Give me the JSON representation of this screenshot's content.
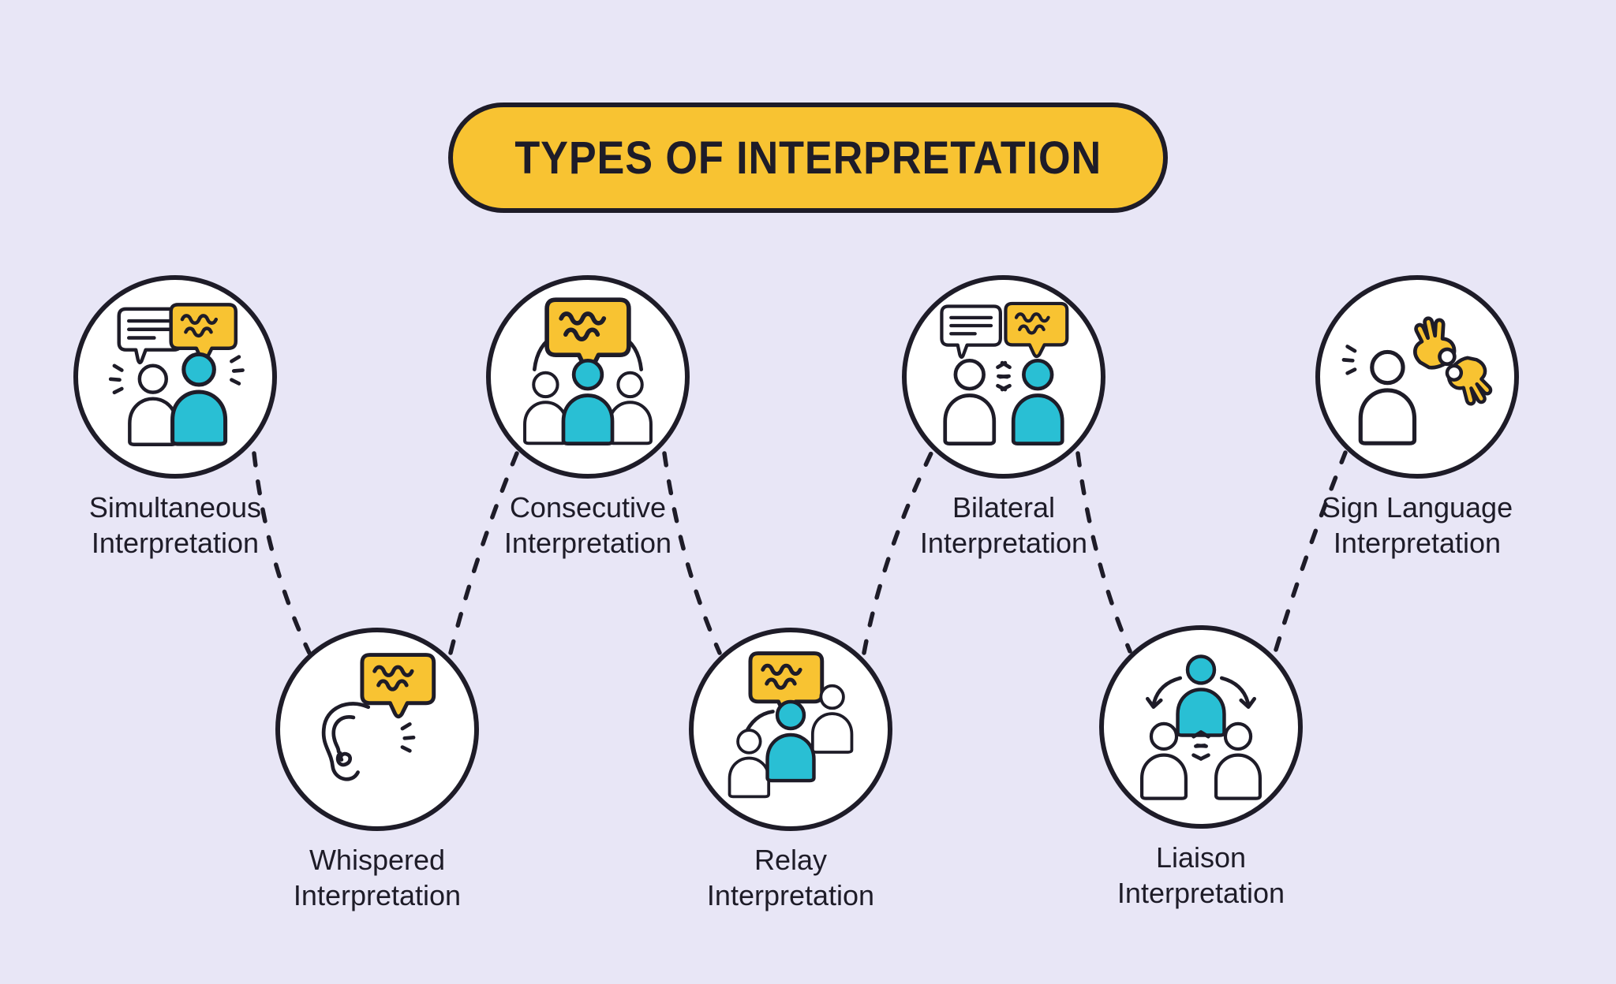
{
  "title": "TYPES OF INTERPRETATION",
  "colors": {
    "background": "#E8E6F6",
    "accent_yellow": "#F8C332",
    "accent_teal": "#29BFD4",
    "ink": "#1E1C28",
    "circle_fill": "#FFFFFF"
  },
  "connector_style": "dashed",
  "nodes": [
    {
      "id": "simultaneous",
      "label_line1": "Simultaneous",
      "label_line2": "Interpretation",
      "icon": "two-speakers-speech-bubbles-icon",
      "row": "top"
    },
    {
      "id": "consecutive",
      "label_line1": "Consecutive",
      "label_line2": "Interpretation",
      "icon": "three-people-speech-bubble-icon",
      "row": "top"
    },
    {
      "id": "bilateral",
      "label_line1": "Bilateral",
      "label_line2": "Interpretation",
      "icon": "two-people-dialogue-icon",
      "row": "top"
    },
    {
      "id": "sign-language",
      "label_line1": "Sign Language",
      "label_line2": "Interpretation",
      "icon": "person-signing-hands-icon",
      "row": "top"
    },
    {
      "id": "whispered",
      "label_line1": "Whispered",
      "label_line2": "Interpretation",
      "icon": "ear-speech-bubble-icon",
      "row": "bottom"
    },
    {
      "id": "relay",
      "label_line1": "Relay",
      "label_line2": "Interpretation",
      "icon": "relay-people-icon",
      "row": "bottom"
    },
    {
      "id": "liaison",
      "label_line1": "Liaison",
      "label_line2": "Interpretation",
      "icon": "mediator-people-icon",
      "row": "bottom"
    }
  ]
}
